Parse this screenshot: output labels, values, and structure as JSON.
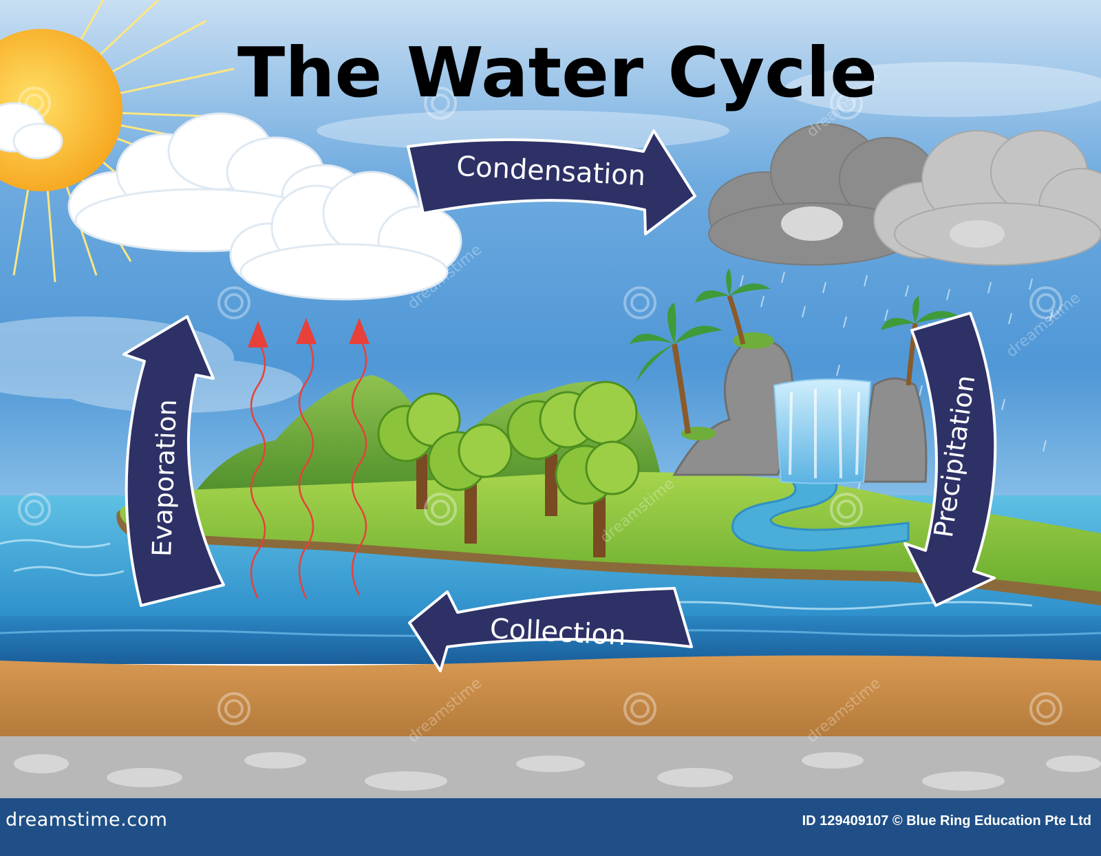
{
  "title": "The Water Cycle",
  "stages": {
    "condensation": "Condensation",
    "precipitation": "Precipitation",
    "collection": "Collection",
    "evaporation": "Evaporation"
  },
  "watermark": "dreamstime",
  "footer": {
    "site": "dreamstime.com",
    "credit": "ID 129409107 © Blue Ring Education Pte Ltd"
  },
  "colors": {
    "sky_top": "#a9cfee",
    "sky_mid": "#4f97d6",
    "sea": "#4aaed8",
    "deep_water": "#1e73b3",
    "sand": "#c98f4c",
    "ground": "#b6b6b6",
    "arrow": "#2e3166",
    "grass": "#7dbd3a",
    "footer": "#1f4f86"
  },
  "icons": [
    "sun-icon",
    "cloud-icon",
    "rain-cloud-icon",
    "tree-icon",
    "palm-tree-icon",
    "waterfall-icon",
    "rock-icon",
    "heat-wave-arrow-icon"
  ]
}
